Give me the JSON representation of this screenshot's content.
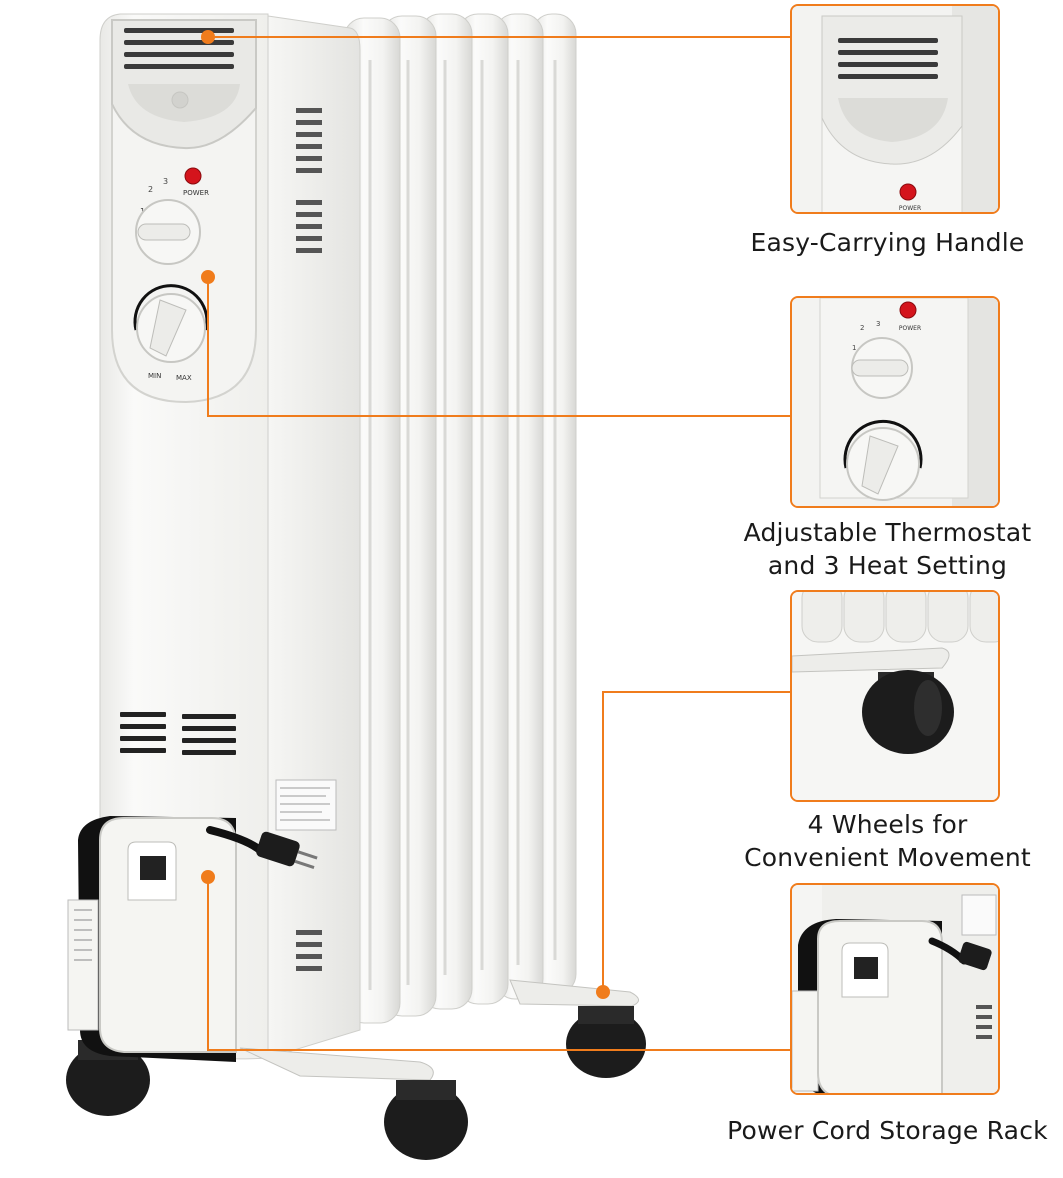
{
  "product": {
    "panel": {
      "power_label": "POWER",
      "dial_marks": [
        "1",
        "2",
        "3"
      ],
      "thermostat_min": "MIN",
      "thermostat_max": "MAX"
    },
    "fin_count": 7
  },
  "features": [
    {
      "lines": [
        "Easy-Carrying Handle"
      ]
    },
    {
      "lines": [
        "Adjustable Thermostat",
        "and 3 Heat Setting"
      ]
    },
    {
      "lines": [
        "4 Wheels for",
        "Convenient Movement"
      ]
    },
    {
      "lines": [
        "Power Cord Storage Rack"
      ]
    }
  ],
  "colors": {
    "accent": "#f07c1c",
    "body": "#f1f1ef",
    "wheel": "#1c1c1c",
    "power_light": "#d4141c"
  }
}
